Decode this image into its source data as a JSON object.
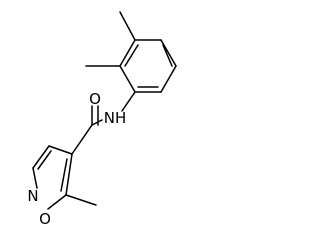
{
  "molecule": {
    "atom_labels": {
      "carbonyl_oxygen": "O",
      "amide_nitrogen": "NH",
      "ring_nitrogen": "N",
      "ring_oxygen": "O"
    }
  },
  "colors": {
    "bond": "#000000",
    "text": "#000000",
    "background": "#ffffff"
  }
}
